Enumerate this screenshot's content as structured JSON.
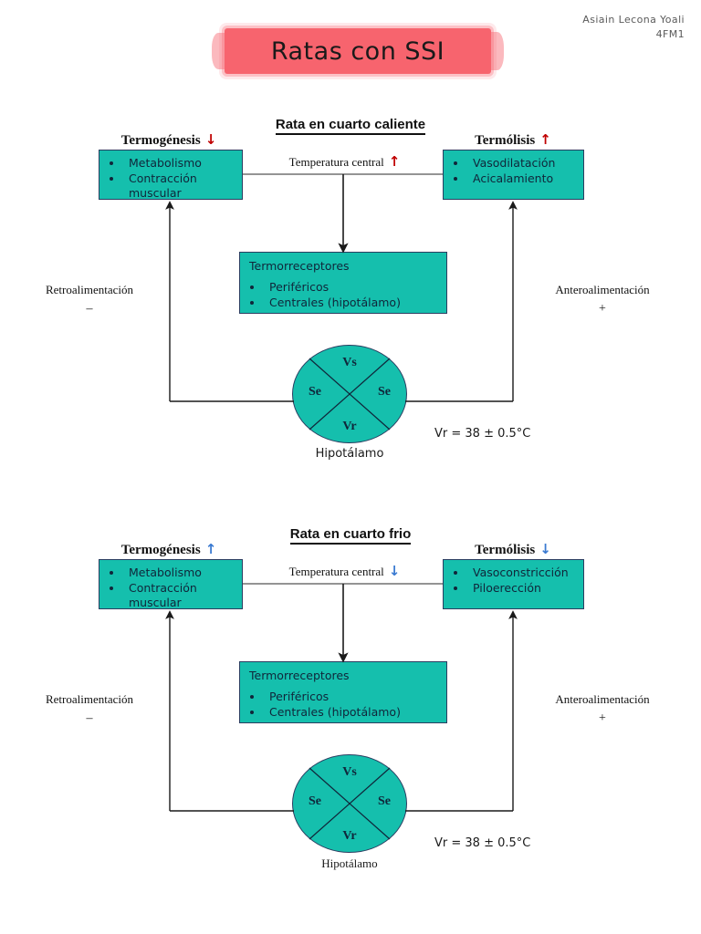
{
  "header": {
    "author_line1": "Asiain Lecona Yoali",
    "author_line2": "4FM1",
    "banner_title": "Ratas con SSI",
    "banner_color": "#f7646e"
  },
  "theme": {
    "box_fill": "#15bfad",
    "box_border": "#2b3d60",
    "arrow_red": "#c00000",
    "arrow_blue": "#3a7ad1",
    "line_color": "#1a1a1a"
  },
  "diagrams": [
    {
      "id": "hot",
      "title": "Rata en cuarto caliente",
      "left_head": {
        "label": "Termogénesis",
        "arrow": "↓",
        "arrow_dir": "down",
        "arrow_color": "#c00000"
      },
      "right_head": {
        "label": "Termólisis",
        "arrow": "↑",
        "arrow_dir": "up",
        "arrow_color": "#c00000"
      },
      "left_box": {
        "items": [
          "Metabolismo",
          "Contracción muscular"
        ]
      },
      "right_box": {
        "items": [
          "Vasodilatación",
          "Acicalamiento"
        ]
      },
      "center_label": {
        "text": "Temperatura central",
        "arrow": "↑",
        "arrow_dir": "up",
        "arrow_color": "#c00000"
      },
      "receptor_box": {
        "header": "Termorreceptores",
        "items": [
          "Periféricos",
          "Centrales (hipotálamo)"
        ]
      },
      "feedback_left": {
        "label": "Retroalimentación",
        "sign": "–"
      },
      "feedback_right": {
        "label": "Anteroalimentación",
        "sign": "+"
      },
      "hypothalamus": {
        "top": "Vs",
        "bottom": "Vr",
        "left": "Se",
        "right": "Se",
        "caption": "Hipotálamo",
        "caption_font": "sans"
      },
      "set_point": "Vr = 38 ± 0.5°C"
    },
    {
      "id": "cold",
      "title": "Rata en cuarto frio",
      "left_head": {
        "label": "Termogénesis",
        "arrow": "↑",
        "arrow_dir": "up",
        "arrow_color": "#3a7ad1"
      },
      "right_head": {
        "label": "Termólisis",
        "arrow": "↓",
        "arrow_dir": "down",
        "arrow_color": "#3a7ad1"
      },
      "left_box": {
        "items": [
          "Metabolismo",
          "Contracción muscular"
        ]
      },
      "right_box": {
        "items": [
          "Vasoconstricción",
          "Piloerección"
        ]
      },
      "center_label": {
        "text": "Temperatura central",
        "arrow": "↓",
        "arrow_dir": "down",
        "arrow_color": "#3a7ad1"
      },
      "receptor_box": {
        "header": "Termorreceptores",
        "items": [
          "Periféricos",
          "Centrales (hipotálamo)"
        ]
      },
      "feedback_left": {
        "label": "Retroalimentación",
        "sign": "–"
      },
      "feedback_right": {
        "label": "Anteroalimentación",
        "sign": "+"
      },
      "hypothalamus": {
        "top": "Vs",
        "bottom": "Vr",
        "left": "Se",
        "right": "Se",
        "caption": "Hipotálamo",
        "caption_font": "serif"
      },
      "set_point": "Vr = 38 ± 0.5°C"
    }
  ]
}
